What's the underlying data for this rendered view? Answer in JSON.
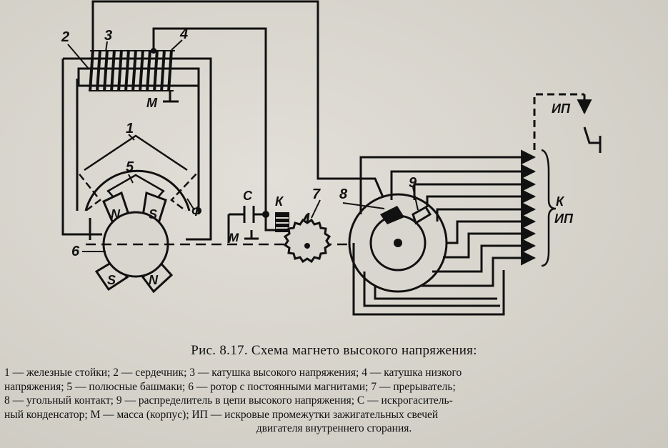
{
  "labels": {
    "n1": "1",
    "n2": "2",
    "n3": "3",
    "n4": "4",
    "n5": "5",
    "n6": "6",
    "n7": "7",
    "n8": "8",
    "n9": "9",
    "m_top": "М",
    "m_low": "М",
    "phi": "Ф",
    "c": "С",
    "k": "К",
    "k_right": "К",
    "ip_right": "ИП",
    "ip_top": "ИП",
    "pole_n_top": "N",
    "pole_s_top": "S",
    "pole_s_bottom": "S",
    "pole_n_bottom": "N"
  },
  "caption": "Рис. 8.17. Схема магнето высокого напряжения:",
  "legend": {
    "line1": "1 — железные стойки; 2 — сердечник; 3 — катушка высокого напряжения; 4 — катушка низкого",
    "line2": "напряжения; 5 — полюсные башмаки; 6 — ротор с постоянными магнитами; 7 — прерыватель;",
    "line3": "8 — угольный контакт; 9 — распределитель в цепи высокого напряжения; С — искрогаситель-",
    "line4": "ный конденсатор; М — масса (корпус); ИП — искровые промежутки зажигательных свечей",
    "line5": "двигателя внутреннего сгорания."
  }
}
